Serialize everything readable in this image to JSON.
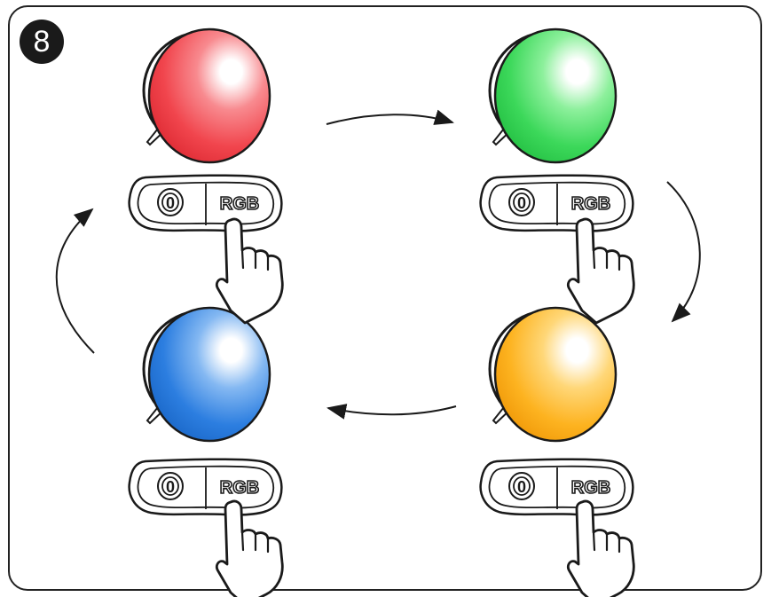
{
  "step": {
    "number": "8"
  },
  "lamps": [
    {
      "color": "#f1454d",
      "glow": "#f88a8f"
    },
    {
      "color": "#3cd85a",
      "glow": "#8df09c"
    },
    {
      "color": "#fdb320",
      "glow": "#ffd778"
    },
    {
      "color": "#2c7ee0",
      "glow": "#84b8f2"
    }
  ],
  "remote": {
    "power_symbol": "0",
    "rgb_label": "RGB"
  }
}
